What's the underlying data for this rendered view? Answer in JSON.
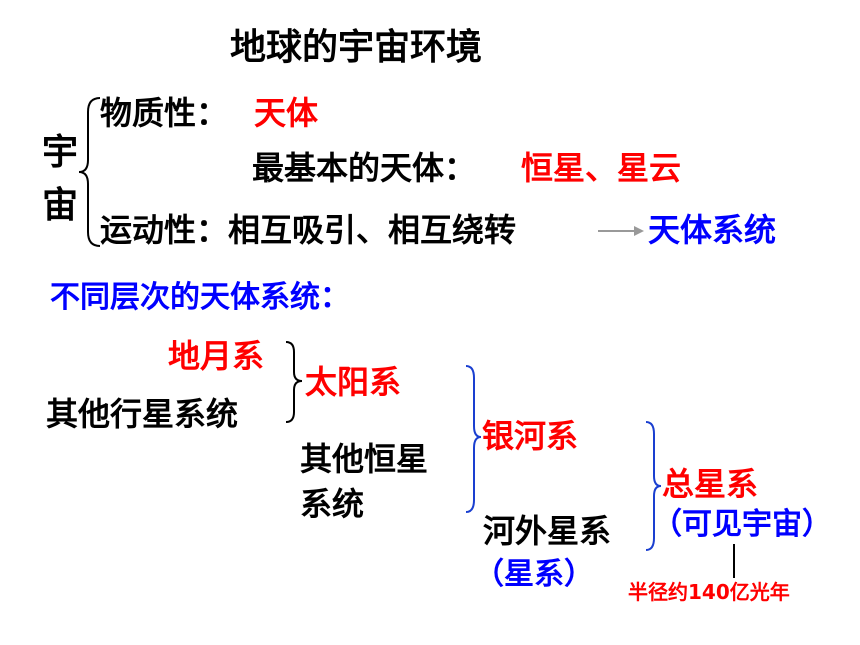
{
  "title": "地球的宇宙环境",
  "universe": {
    "char1": "宇",
    "char2": "宙",
    "material_label": "物质性：",
    "material_value": "天体",
    "basic_label": "最基本的天体：",
    "basic_value": "恒星、星云",
    "motion_label": "运动性：相互吸引、相互绕转",
    "motion_result": "天体系统"
  },
  "levels_title": "不同层次的天体系统：",
  "hierarchy": {
    "earth_moon": "地月系",
    "other_planetary": "其他行星系统",
    "solar_system": "太阳系",
    "other_stellar_line1": "其他恒星",
    "other_stellar_line2": "系统",
    "milky_way": "银河系",
    "extragalactic_line1": "河外星系",
    "extragalactic_line2": "（星系）",
    "total_system": "总星系",
    "observable": "（可见宇宙）",
    "radius": "半径约140亿光年"
  },
  "colors": {
    "text": "#000000",
    "highlight_red": "#ff0000",
    "highlight_blue": "#0000ff"
  }
}
